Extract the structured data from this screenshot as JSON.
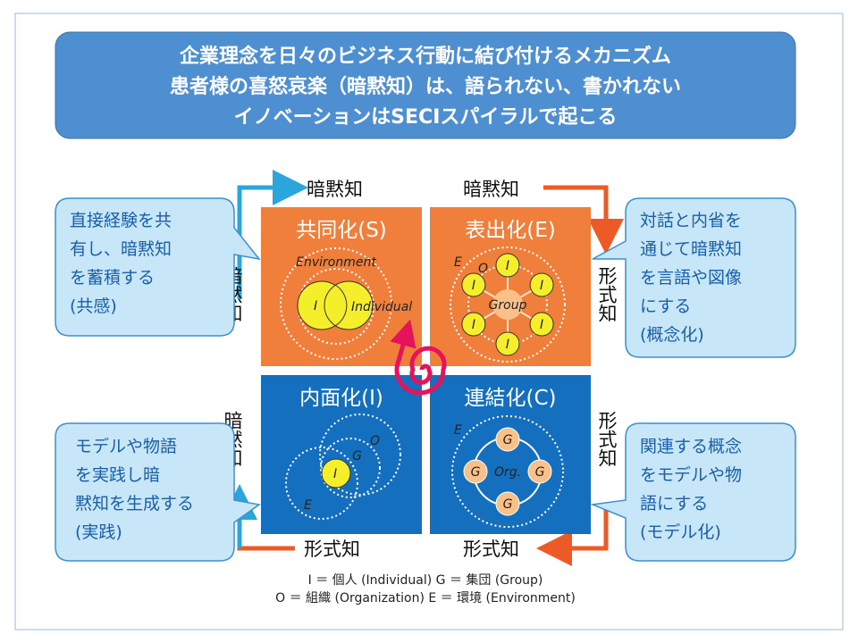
{
  "title": {
    "lines": [
      "企業理念を日々のビジネス行動に結び付けるメカニズム",
      "患者様の喜怒哀楽（暗黙知）は、語られない、書かれない",
      "イノベーションはSECIスパイラルで起こる"
    ]
  },
  "quadrants": {
    "socialization": {
      "title": "共同化(S)",
      "environment": "Environment",
      "i": "I",
      "individual": "Individual"
    },
    "externalization": {
      "title": "表出化(E)",
      "e": "E",
      "o": "O",
      "i": "I",
      "group": "Group"
    },
    "internalization": {
      "title": "内面化(I)",
      "o": "O",
      "g": "G",
      "i": "I",
      "e": "E"
    },
    "combination": {
      "title": "連結化(C)",
      "e": "E",
      "g": "G",
      "org": "Org."
    }
  },
  "axis_labels": {
    "top_left": "暗黙知",
    "top_right": "暗黙知",
    "left_top": "暗黙知",
    "left_bottom": "暗黙知",
    "right_top": "形式知",
    "right_bottom": "形式知",
    "bottom_left": "形式知",
    "bottom_right": "形式知"
  },
  "callouts": {
    "top_left": [
      "直接経験を共",
      "有し、暗黙知",
      "を蓄積する",
      "(共感)"
    ],
    "top_right": [
      "対話と内省を",
      "通じて暗黙知",
      "を言語や図像",
      "にする",
      "(概念化)"
    ],
    "bottom_left": [
      "モデルや物語",
      "を実践し暗",
      "黙知を生成する",
      "(実践)"
    ],
    "bottom_right": [
      "関連する概念",
      "をモデルや物",
      "語にする",
      "(モデル化)"
    ]
  },
  "legend": [
    "I ＝ 個人 (Individual)   G ＝ 集団 (Group)",
    "O ＝ 組織 (Organization)  E ＝ 環境 (Environment)"
  ],
  "colors": {
    "orange": "#f07f3c",
    "blue": "#1470bf",
    "title_bg": "#4d8fd1",
    "callout_bg": "#c7e6f8",
    "arrow_cyan": "#2aa6dc",
    "arrow_red": "#ec5a26",
    "spiral": "#e5135b",
    "yellow": "#f4ef2a",
    "peach": "#f9c08a"
  }
}
